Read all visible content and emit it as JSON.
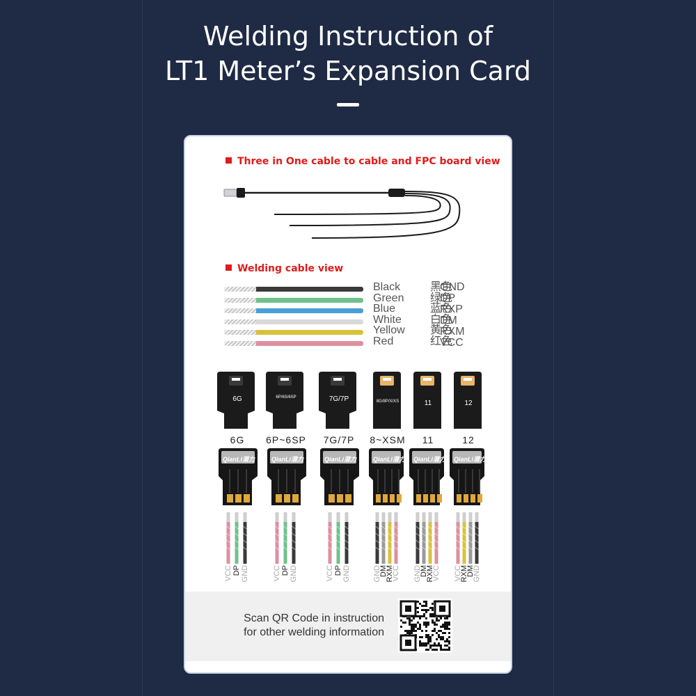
{
  "header": {
    "title_line1": "Welding Instruction of",
    "title_line2": "LT1 Meter’s Expansion Card"
  },
  "sections": {
    "cable_view": "Three in One cable to cable and FPC board view",
    "welding_view": "Welding cable view"
  },
  "wires": [
    {
      "en": "Black",
      "cn": "黑色",
      "signal": "GND",
      "color": "#3a3a3a"
    },
    {
      "en": "Green",
      "cn": "绿色",
      "signal": "DP",
      "color": "#6fc18a"
    },
    {
      "en": "Blue",
      "cn": "蓝色",
      "signal": "RXP",
      "color": "#4a9fd6"
    },
    {
      "en": "White",
      "cn": "白色",
      "signal": "DM",
      "color": "#d9d9d9"
    },
    {
      "en": "Yellow",
      "cn": "黄色",
      "signal": "RXM",
      "color": "#d8c23a"
    },
    {
      "en": "Red",
      "cn": "红色",
      "signal": "VCC",
      "color": "#de8fa0"
    }
  ],
  "models": [
    {
      "card_label": "6G",
      "label": "6G",
      "pins": [
        "VCC",
        "DP",
        "GND"
      ]
    },
    {
      "card_label": "6P/6S/6SP",
      "label": "6P~6SP",
      "pins": [
        "VCC",
        "DP",
        "GND"
      ]
    },
    {
      "card_label": "7G/7P",
      "label": "7G/7P",
      "pins": [
        "VCC",
        "DP",
        "GND"
      ]
    },
    {
      "card_label": "8G/8P/X/XS",
      "label": "8~XSM",
      "pins": [
        "GND",
        "DM",
        "RXM",
        "VCC"
      ]
    },
    {
      "card_label": "11",
      "label": "11",
      "pins": [
        "GND",
        "DM",
        "RXM",
        "VCC"
      ]
    },
    {
      "card_label": "12",
      "label": "12",
      "pins": [
        "VCC",
        "RXM",
        "DM",
        "GND"
      ]
    }
  ],
  "board_brand": "QianLi",
  "board_brand_cn": "潜力",
  "pin_colors": {
    "VCC": "#de8fa0",
    "DP": "#6fc18a",
    "GND": "#3a3a3a",
    "DM": "#9a9a9a",
    "RXM": "#d8c23a"
  },
  "qr_section": {
    "line1": "Scan QR Code in instruction",
    "line2": "for other welding information"
  },
  "colors": {
    "accent": "#e11b1b",
    "background": "#1f2a44"
  }
}
